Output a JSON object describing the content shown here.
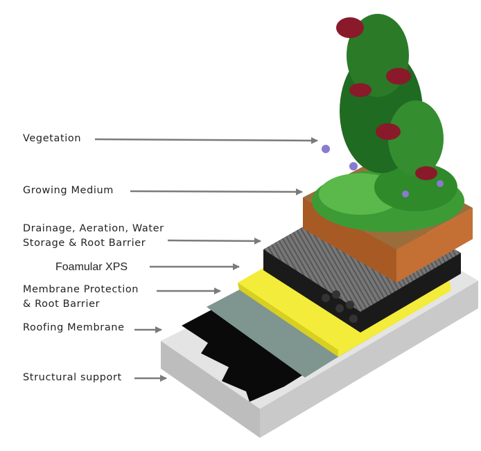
{
  "labels": {
    "vegetation": "Vegetation",
    "growing_medium": "Growing Medium",
    "drainage_line1": "Drainage, Aeration, Water",
    "drainage_line2": "Storage & Root Barrier",
    "foamular": "Foamular XPS",
    "membrane_protection_line1": "Membrane Protection",
    "membrane_protection_line2": "& Root Barrier",
    "roofing_membrane": "Roofing Membrane",
    "structural_support": "Structural support"
  },
  "colors": {
    "arrow": "#7a7a7a",
    "concrete": "#d4d4d4",
    "membrane": "#0a0a0a",
    "protection": "#7f9590",
    "xps": "#f3ec3a",
    "drainage": "#6e6e6e",
    "soil": "#b5652b",
    "plant": "#2f8a2a",
    "leaf_red": "#8a1a2a"
  }
}
